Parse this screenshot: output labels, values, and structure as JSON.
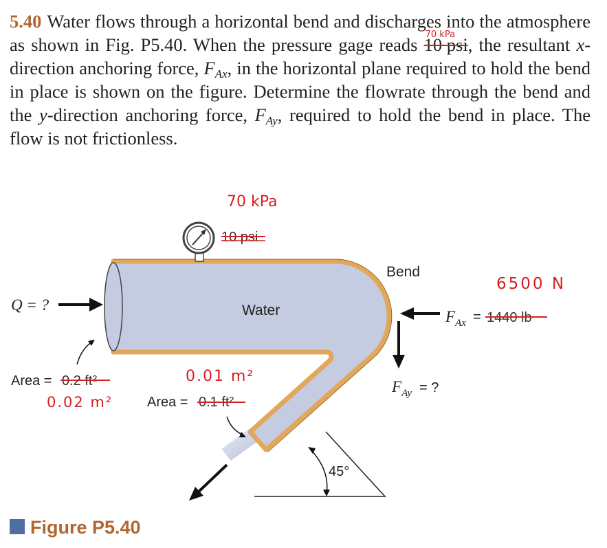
{
  "problem": {
    "number": "5.40",
    "text_1": "Water flows through a horizontal bend and discharges into the atmosphere as shown in Fig. P5.40. When the pressure gage reads",
    "struck_reading": "10 psi",
    "handwritten_reading": "70 kPa",
    "text_2": ", the resultant",
    "x_var": "x",
    "text_3": "-direction anchoring force,",
    "force_x": "F",
    "force_x_sub": "Ax",
    "text_4": ", in the horizontal plane required to hold the bend in place is shown on the figure. Determine the flowrate through the bend and the",
    "y_var": "y",
    "text_5": "-direction anchoring force,",
    "force_y": "F",
    "force_y_sub": "Ay",
    "text_6": ", required to hold the bend in place. The flow is not frictionless."
  },
  "figure": {
    "gage_handwritten": "70 kPa",
    "gage_struck": "10 psi",
    "bend_label": "Bend",
    "water_label": "Water",
    "flow_label": "Q = ?",
    "inlet_area_label": "Area =",
    "inlet_area_struck": "0.2 ft²",
    "inlet_area_handwritten": "0.02 m²",
    "outlet_area_label": "Area =",
    "outlet_area_struck": "0.1 ft²",
    "outlet_area_handwritten": "0.01 m²",
    "fax_label": "F",
    "fax_sub": "Ax",
    "fax_eq": "=",
    "fax_struck": "1440 lb",
    "fax_handwritten": "6500 N",
    "fay_label": "F",
    "fay_sub": "Ay",
    "fay_eq": "= ?",
    "angle_label": "45°",
    "caption": "Figure P5.40"
  },
  "colors": {
    "accent": "#b2662f",
    "pipe_fill": "#c5cbe0",
    "pipe_wall": "#e1a85c",
    "annotation_red": "#d62020",
    "caption_square": "#4f6ea3"
  }
}
